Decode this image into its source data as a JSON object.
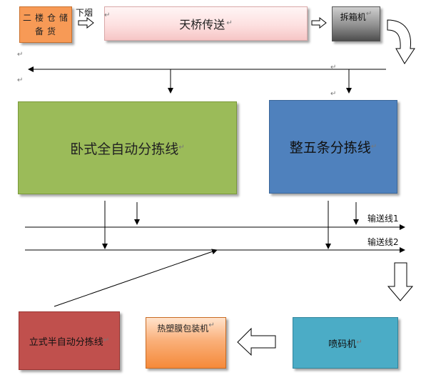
{
  "nodes": {
    "storage": "二楼仓储备货",
    "bridge": "天桥传送",
    "unpack": "拆箱机",
    "horizontal_sorter": "卧式全自动分拣线",
    "five_sorter": "整五条分拣线",
    "vertical_sorter": "立式半自动分拣线",
    "heat_shrink": "热塑膜包装机",
    "sprayer": "喷码机"
  },
  "labels": {
    "xiayan": "下烟",
    "line1": "输送线1",
    "line2": "输送线2"
  },
  "paragraph_mark": "↵",
  "colors": {
    "storage": "#f79a56",
    "horizontal_sorter": "#9bbb59",
    "five_sorter": "#4f81bd",
    "vertical_sorter": "#c0504d",
    "sprayer": "#4bacc6"
  }
}
